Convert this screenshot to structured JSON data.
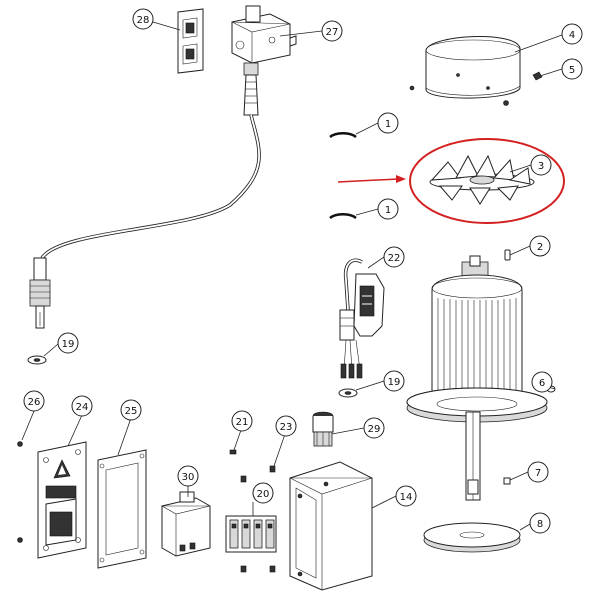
{
  "diagram": {
    "callouts": [
      {
        "id": "c28",
        "label": "28"
      },
      {
        "id": "c27",
        "label": "27"
      },
      {
        "id": "c4",
        "label": "4"
      },
      {
        "id": "c5",
        "label": "5"
      },
      {
        "id": "c1a",
        "label": "1"
      },
      {
        "id": "c3",
        "label": "3"
      },
      {
        "id": "c1b",
        "label": "1"
      },
      {
        "id": "c2",
        "label": "2"
      },
      {
        "id": "c22",
        "label": "22"
      },
      {
        "id": "c19a",
        "label": "19"
      },
      {
        "id": "c19b",
        "label": "19"
      },
      {
        "id": "c6",
        "label": "6"
      },
      {
        "id": "c26",
        "label": "26"
      },
      {
        "id": "c24",
        "label": "24"
      },
      {
        "id": "c25",
        "label": "25"
      },
      {
        "id": "c21",
        "label": "21"
      },
      {
        "id": "c23",
        "label": "23"
      },
      {
        "id": "c29",
        "label": "29"
      },
      {
        "id": "c7",
        "label": "7"
      },
      {
        "id": "c30",
        "label": "30"
      },
      {
        "id": "c20",
        "label": "20"
      },
      {
        "id": "c14",
        "label": "14"
      },
      {
        "id": "c8",
        "label": "8"
      }
    ],
    "highlight_color": "#d42020",
    "line_color": "#222222"
  }
}
